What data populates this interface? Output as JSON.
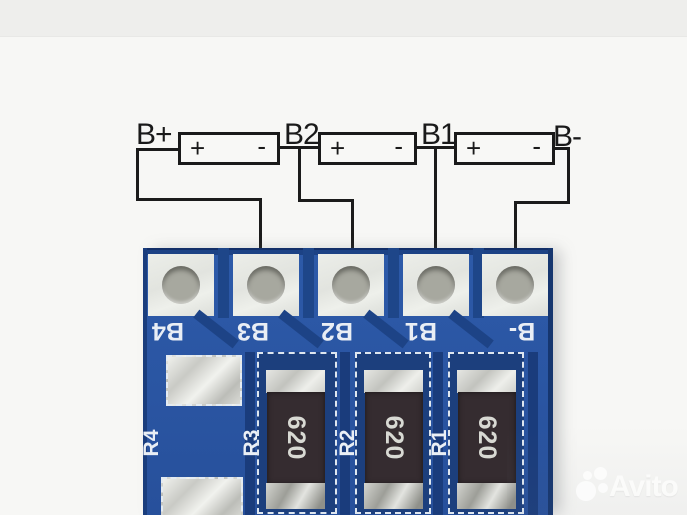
{
  "colors": {
    "pcb_blue": "#2a55a2",
    "pcb_dark_trace": "#1c4285",
    "pad_silver": "#e8e9e5",
    "silkscreen_white": "#e9eef5",
    "resistor_body": "#352c30",
    "schematic_line": "#1b1b1b",
    "background_top": "#eeeeec",
    "background_main": "#f7f7f5"
  },
  "schematic": {
    "terminal_labels": [
      "B+",
      "B2",
      "B1",
      "B-"
    ],
    "cells": [
      {
        "plus": "+",
        "minus": "-"
      },
      {
        "plus": "+",
        "minus": "-"
      },
      {
        "plus": "+",
        "minus": "-"
      }
    ]
  },
  "pcb": {
    "pad_labels": [
      "B4",
      "B3",
      "B2",
      "B1",
      "B-"
    ],
    "resistors": [
      {
        "designator": "R4",
        "value": ""
      },
      {
        "designator": "R3",
        "value": "620"
      },
      {
        "designator": "R2",
        "value": "620"
      },
      {
        "designator": "R1",
        "value": "620"
      }
    ]
  },
  "watermark": {
    "brand": "Avito"
  }
}
